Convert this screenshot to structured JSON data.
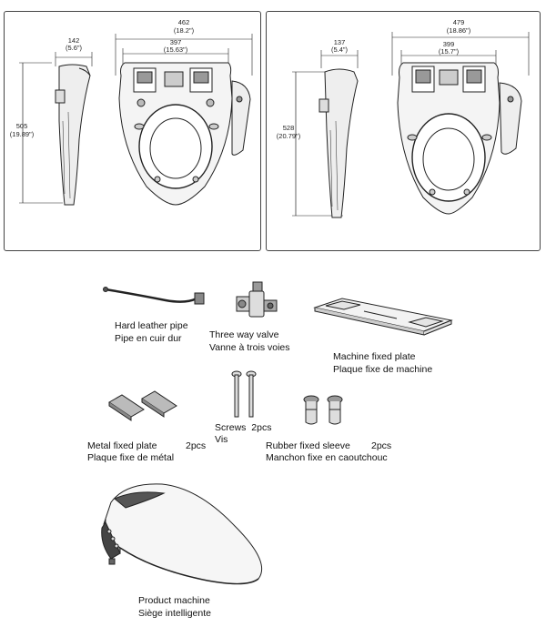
{
  "panels": [
    {
      "side_width_mm": "142",
      "side_width_in": "(5.6\")",
      "top_width_mm": "462",
      "top_width_in": "(18.2\")",
      "inner_width_mm": "397",
      "inner_width_in": "(15.63\")",
      "height_mm": "505",
      "height_in": "(19.89\")"
    },
    {
      "side_width_mm": "137",
      "side_width_in": "(5.4\")",
      "top_width_mm": "479",
      "top_width_in": "(18.86\")",
      "inner_width_mm": "399",
      "inner_width_in": "(15.7\")",
      "height_mm": "528",
      "height_in": "(20.79\")"
    }
  ],
  "parts": {
    "hard_leather_pipe": {
      "en": "Hard leather pipe",
      "fr": "Pipe en cuir dur"
    },
    "three_way_valve": {
      "en": "Three way valve",
      "fr": "Vanne à trois voies"
    },
    "machine_fixed_plate": {
      "en": "Machine fixed plate",
      "fr": "Plaque fixe de machine"
    },
    "screws": {
      "en": "Screws",
      "qty": "2pcs",
      "fr": "Vis"
    },
    "metal_fixed_plate": {
      "en": "Metal fixed plate",
      "qty": "2pcs",
      "fr": "Plaque fixe de métal"
    },
    "rubber_fixed_sleeve": {
      "en": "Rubber fixed sleeve",
      "qty": "2pcs",
      "fr": "Manchon fixe en caoutchouc"
    },
    "product_machine": {
      "en": "Product machine",
      "fr": "Siège intelligente"
    }
  }
}
